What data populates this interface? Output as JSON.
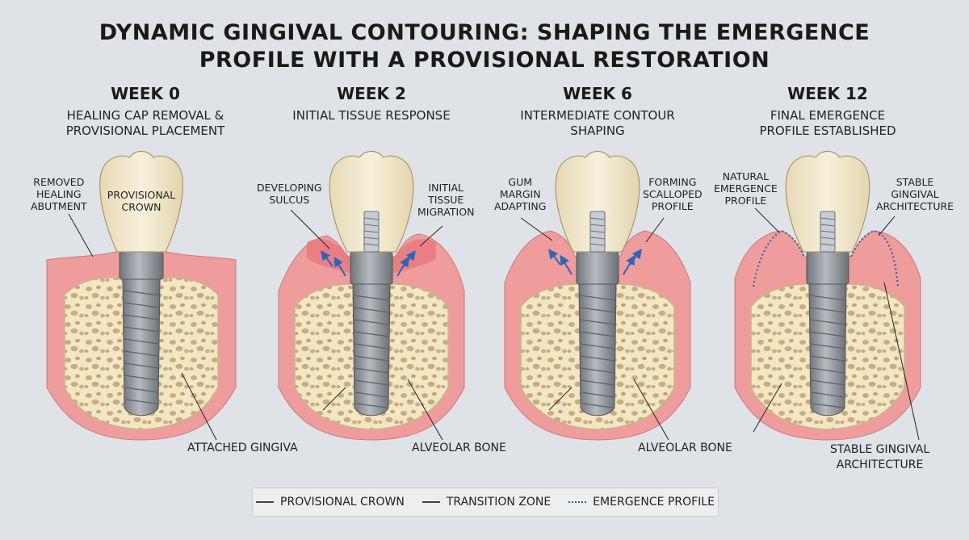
{
  "title": {
    "line1": "DYNAMIC GINGIVAL CONTOURING: SHAPING THE EMERGENCE",
    "line2": "PROFILE WITH A PROVISIONAL RESTORATION"
  },
  "stages": [
    {
      "week": "WEEK 0",
      "caption": [
        "HEALING CAP REMOVAL &",
        "PROVISIONAL PLACEMENT"
      ],
      "labels": {
        "left": [
          "REMOVED",
          "HEALING",
          "ABUTMENT"
        ],
        "center": [
          "PROVISIONAL",
          "CROWN"
        ],
        "bottom": "ATTACHED GINGIVA"
      }
    },
    {
      "week": "WEEK 2",
      "caption": [
        "INITIAL TISSUE RESPONSE"
      ],
      "labels": {
        "left": [
          "DEVELOPING",
          "SULCUS"
        ],
        "right": [
          "INITIAL",
          "TISSUE",
          "MIGRATION"
        ],
        "bottom": "ALVEOLAR BONE"
      }
    },
    {
      "week": "WEEK 6",
      "caption": [
        "INTERMEDIATE CONTOUR",
        "SHAPING"
      ],
      "labels": {
        "left": [
          "GUM",
          "MARGIN",
          "ADAPTING"
        ],
        "right": [
          "FORMING",
          "SCALLOPED",
          "PROFILE"
        ],
        "bottom": "ALVEOLAR BONE"
      }
    },
    {
      "week": "WEEK 12",
      "caption": [
        "FINAL EMERGENCE",
        "PROFILE ESTABLISHED"
      ],
      "labels": {
        "left": [
          "NATURAL",
          "EMERGENCE",
          "PROFILE"
        ],
        "right": [
          "STABLE",
          "GINGIVAL",
          "ARCHITECTURE"
        ],
        "bottom": [
          "STABLE GINGIVAL",
          "ARCHITECTURE"
        ]
      }
    }
  ],
  "legend": {
    "items": [
      "PROVISIONAL CROWN",
      "TRANSITION ZONE",
      "EMERGENCE PROFILE"
    ]
  },
  "colors": {
    "background": "#dfe3e7",
    "gingiva": "#ef9c9c",
    "gingiva_inflamed": "#e9787d",
    "bone": "#f3e6c3",
    "bone_pores": "#b89a6c",
    "crown": "#f2e8cc",
    "implant": "#8d9399",
    "arrows": "#2f64b8",
    "emergence_dotted": "#2d5fa0"
  }
}
